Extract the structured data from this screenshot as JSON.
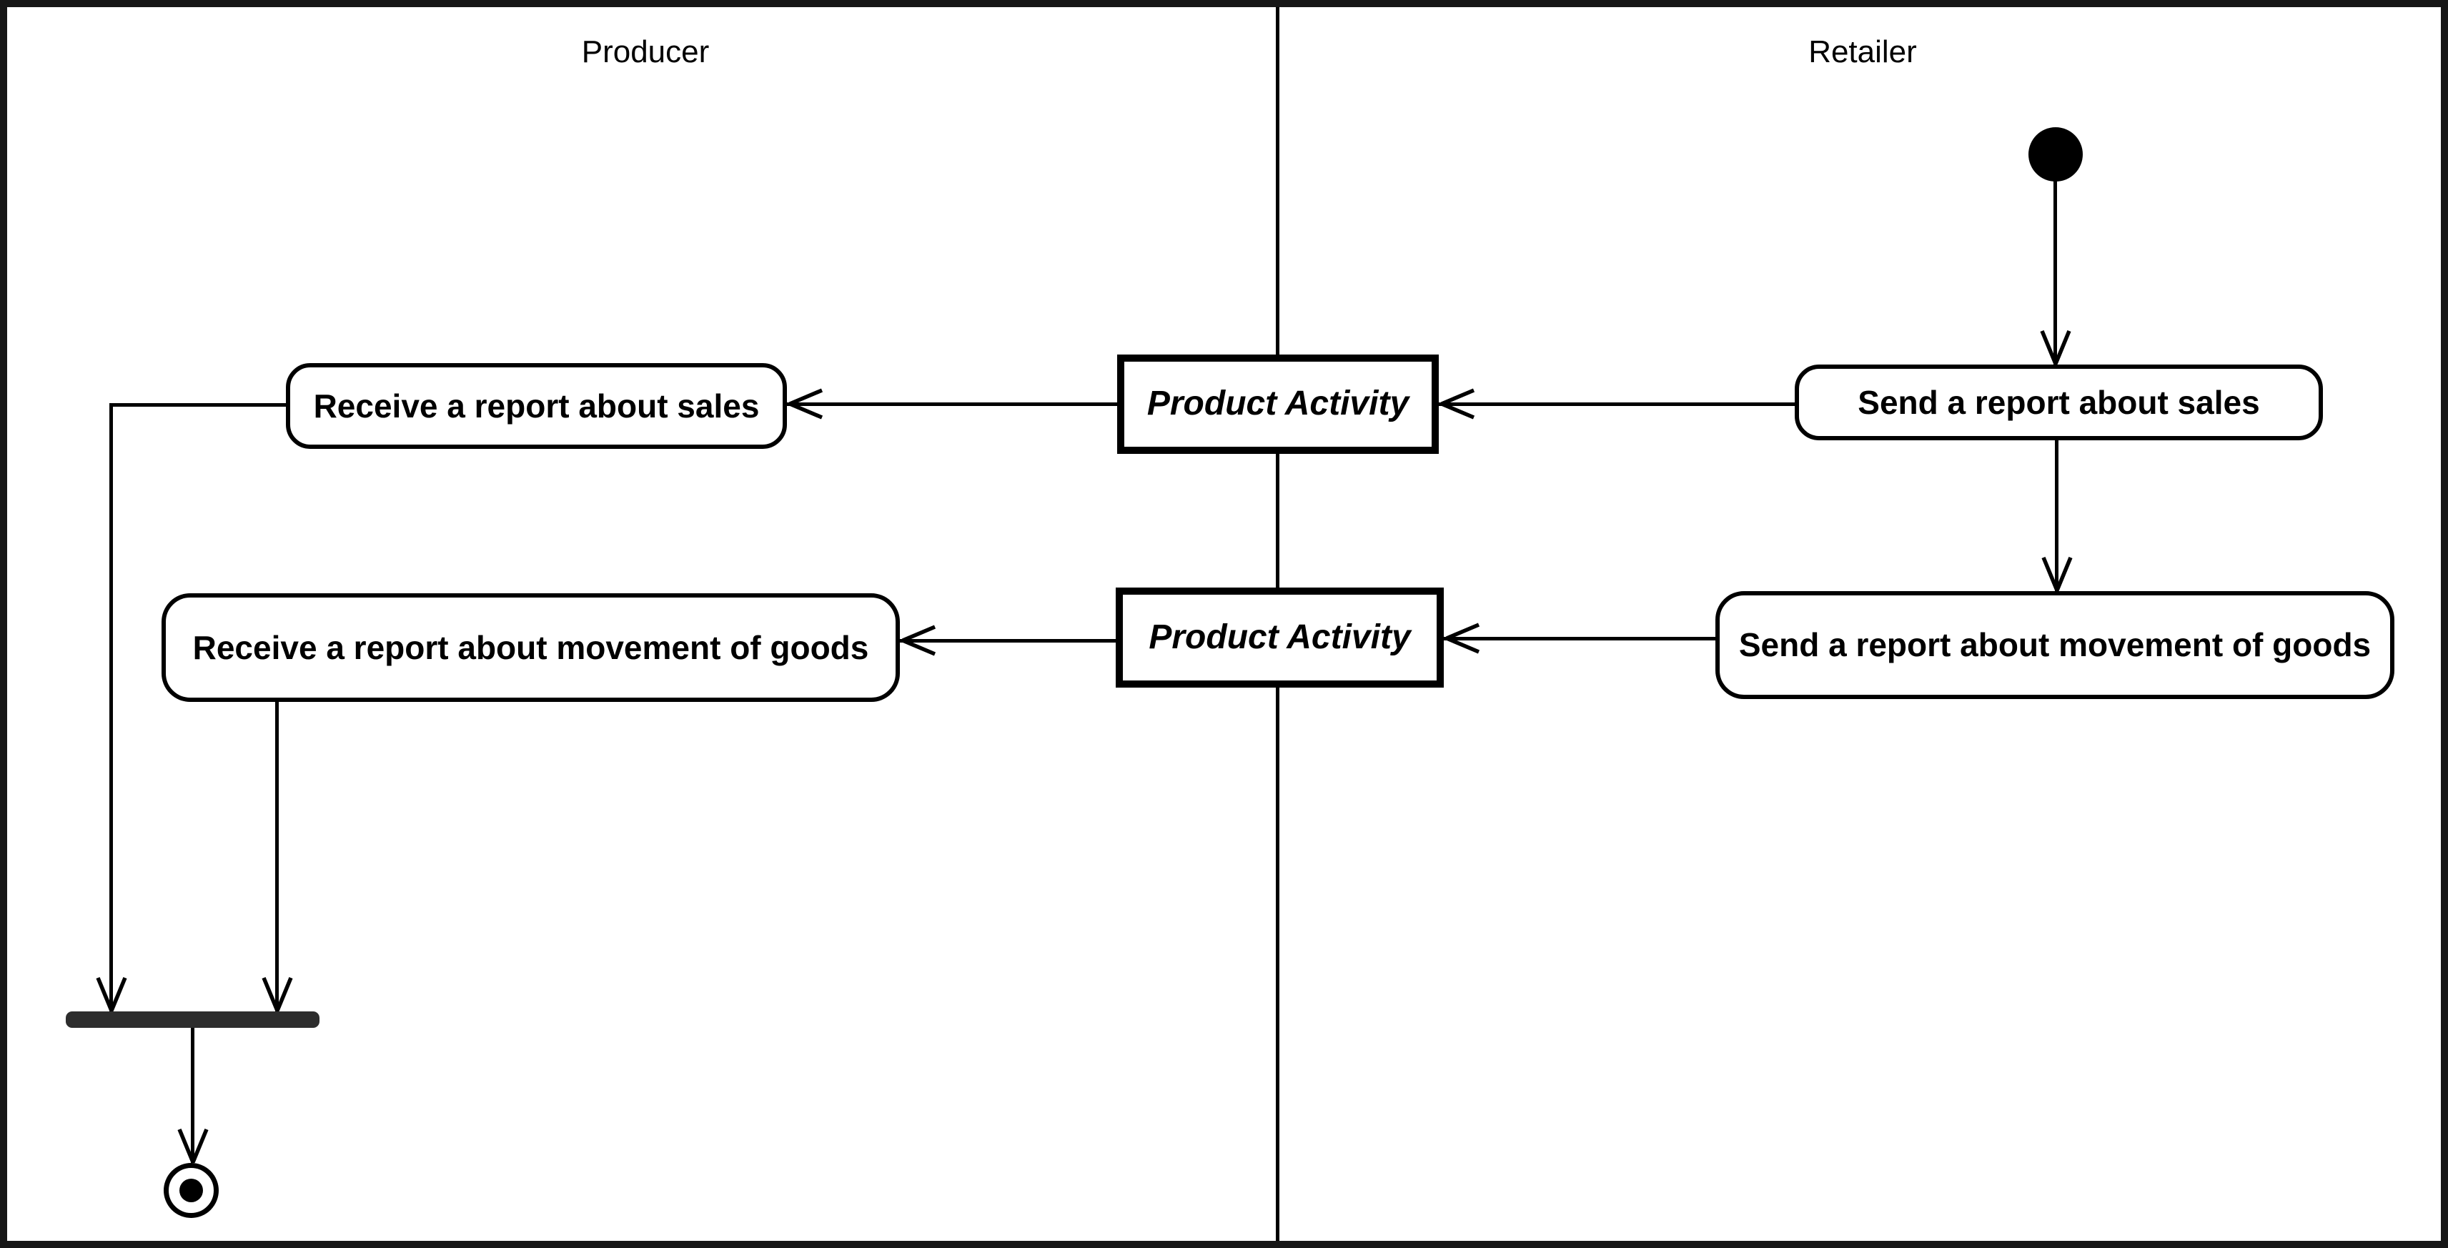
{
  "diagram": {
    "type": "uml-activity-diagram",
    "lanes": [
      {
        "label": "Producer"
      },
      {
        "label": "Retailer"
      }
    ],
    "nodes": {
      "start": {
        "kind": "initial-node",
        "lane": "Retailer"
      },
      "send_sales": {
        "kind": "action",
        "lane": "Retailer",
        "label": "Send a report about sales"
      },
      "send_goods": {
        "kind": "action",
        "lane": "Retailer",
        "label": "Send a report about movement of goods"
      },
      "product_activity_1": {
        "kind": "object-node",
        "lane": "between",
        "label": "Product Activity"
      },
      "product_activity_2": {
        "kind": "object-node",
        "lane": "between",
        "label": "Product Activity"
      },
      "receive_sales": {
        "kind": "action",
        "lane": "Producer",
        "label": "Receive a report about sales"
      },
      "receive_goods": {
        "kind": "action",
        "lane": "Producer",
        "label": "Receive a report about movement of goods"
      },
      "join": {
        "kind": "join-bar",
        "lane": "Producer"
      },
      "end": {
        "kind": "final-node",
        "lane": "Producer"
      }
    },
    "edges": [
      {
        "from": "start",
        "to": "send_sales"
      },
      {
        "from": "send_sales",
        "to": "product_activity_1"
      },
      {
        "from": "product_activity_1",
        "to": "receive_sales"
      },
      {
        "from": "send_sales",
        "to": "send_goods"
      },
      {
        "from": "send_goods",
        "to": "product_activity_2"
      },
      {
        "from": "product_activity_2",
        "to": "receive_goods"
      },
      {
        "from": "receive_sales",
        "to": "join"
      },
      {
        "from": "receive_goods",
        "to": "join"
      },
      {
        "from": "join",
        "to": "end"
      }
    ],
    "colors": {
      "background": "#ffffff",
      "frame": "#161616",
      "line": "#000000",
      "join_bar": "#2d2d2d",
      "text": "#000000"
    }
  }
}
